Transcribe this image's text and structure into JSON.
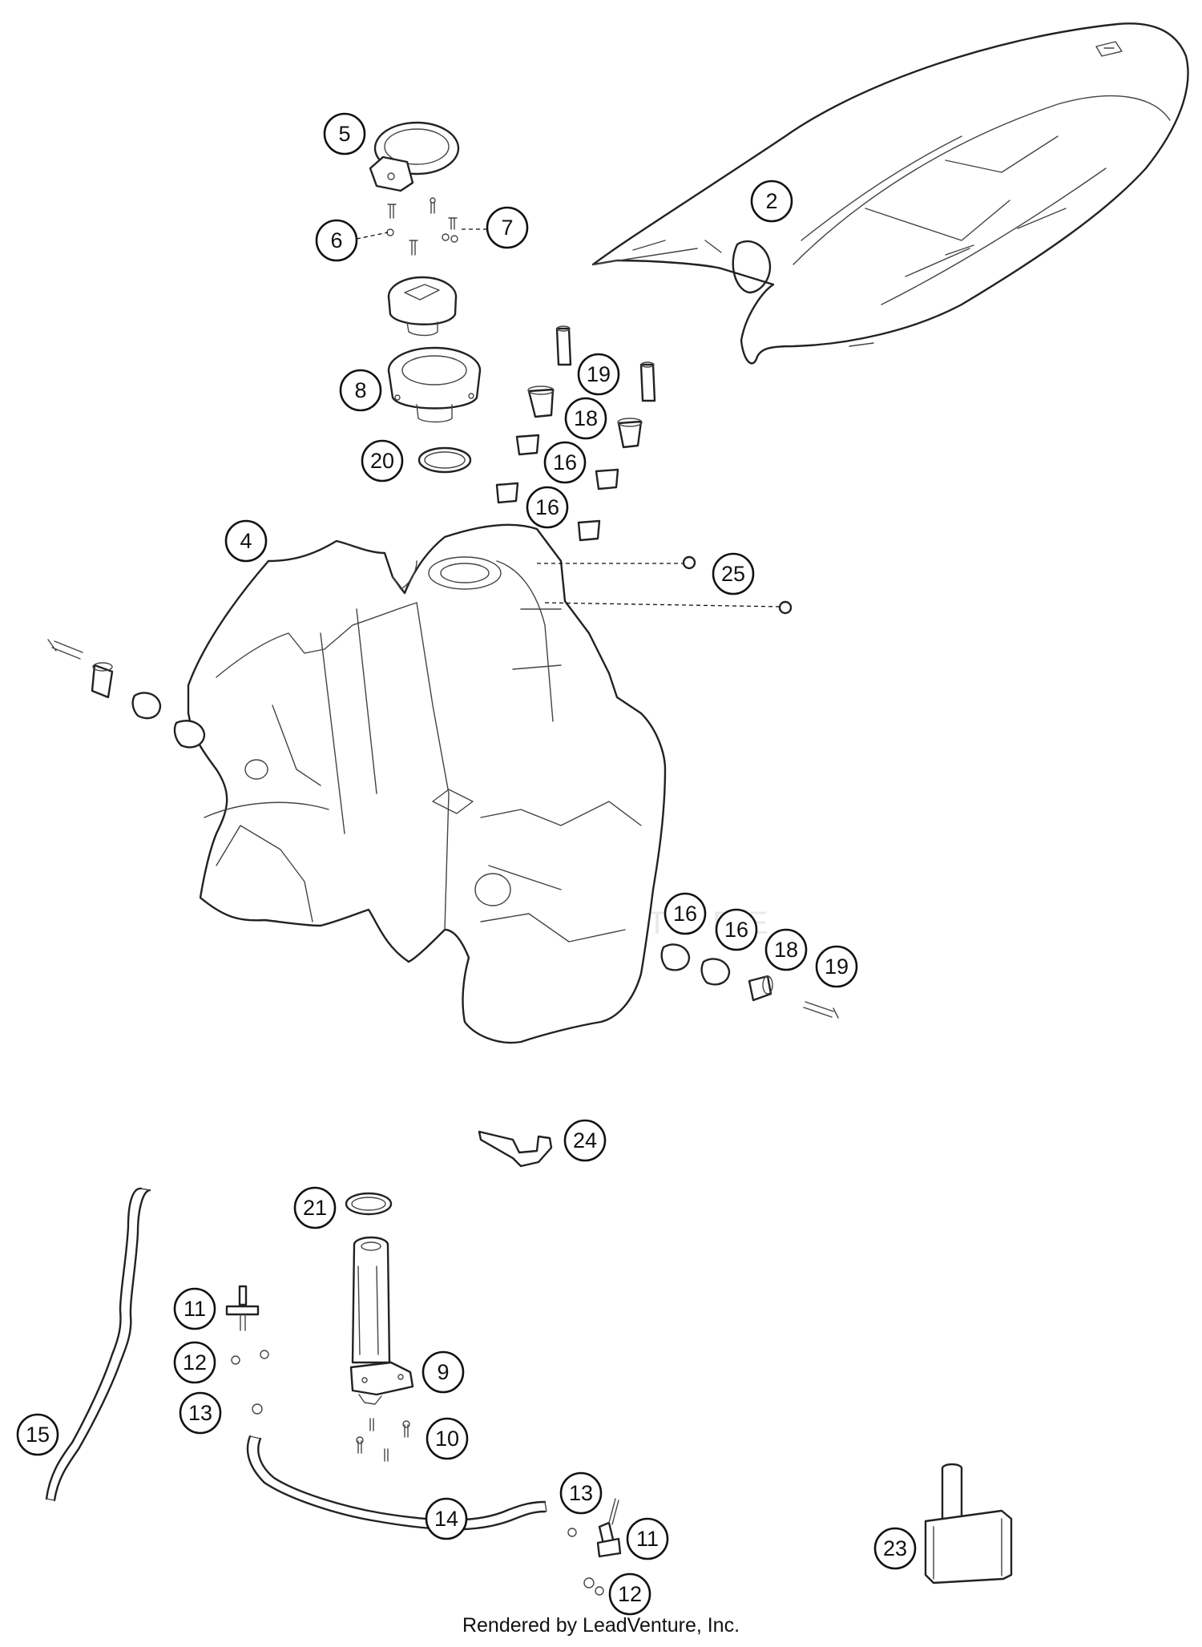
{
  "callouts": [
    {
      "id": "c2",
      "label": "2"
    },
    {
      "id": "c4",
      "label": "4"
    },
    {
      "id": "c5",
      "label": "5"
    },
    {
      "id": "c6",
      "label": "6"
    },
    {
      "id": "c7",
      "label": "7"
    },
    {
      "id": "c8",
      "label": "8"
    },
    {
      "id": "c19a",
      "label": "19"
    },
    {
      "id": "c18a",
      "label": "18"
    },
    {
      "id": "c16a",
      "label": "16"
    },
    {
      "id": "c20",
      "label": "20"
    },
    {
      "id": "c16b",
      "label": "16"
    },
    {
      "id": "c25",
      "label": "25"
    },
    {
      "id": "c16c",
      "label": "16"
    },
    {
      "id": "c16d",
      "label": "16"
    },
    {
      "id": "c18b",
      "label": "18"
    },
    {
      "id": "c19b",
      "label": "19"
    },
    {
      "id": "c24",
      "label": "24"
    },
    {
      "id": "c21",
      "label": "21"
    },
    {
      "id": "c11a",
      "label": "11"
    },
    {
      "id": "c12a",
      "label": "12"
    },
    {
      "id": "c9",
      "label": "9"
    },
    {
      "id": "c13a",
      "label": "13"
    },
    {
      "id": "c10",
      "label": "10"
    },
    {
      "id": "c15",
      "label": "15"
    },
    {
      "id": "c13b",
      "label": "13"
    },
    {
      "id": "c14",
      "label": "14"
    },
    {
      "id": "c11b",
      "label": "11"
    },
    {
      "id": "c23",
      "label": "23"
    },
    {
      "id": "c12b",
      "label": "12"
    }
  ],
  "watermark": "LEADVENTURE",
  "footer": "Rendered by LeadVenture, Inc."
}
